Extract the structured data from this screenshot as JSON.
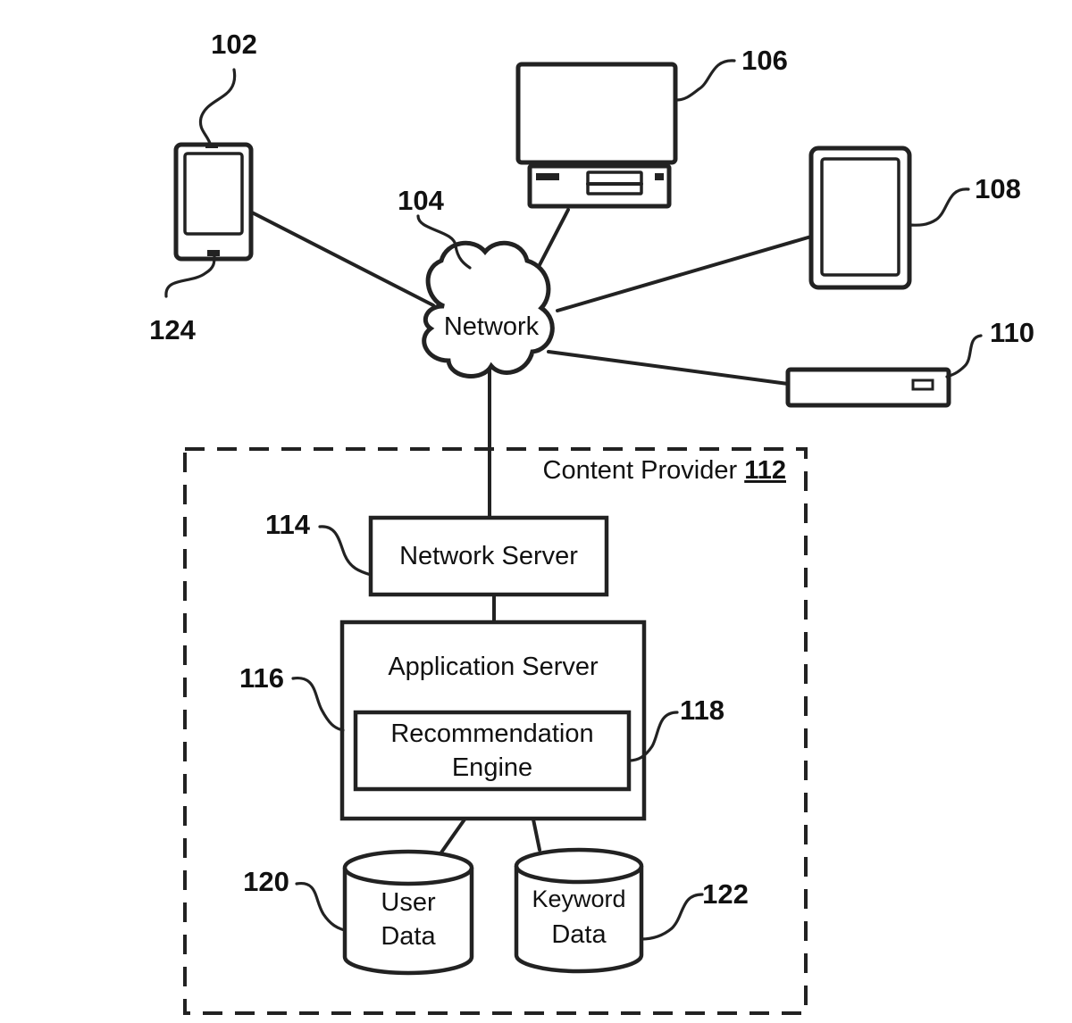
{
  "refs": {
    "smartphone": "102",
    "smartphone_button": "124",
    "network": "104",
    "desktop": "106",
    "tablet": "108",
    "set_top_box": "110",
    "content_provider": "112",
    "network_server": "114",
    "application_server": "116",
    "recommendation_engine": "118",
    "user_data": "120",
    "keyword_data": "122"
  },
  "labels": {
    "network": "Network",
    "content_provider": "Content Provider",
    "network_server": "Network Server",
    "application_server": "Application Server",
    "recommendation_engine_line1": "Recommendation",
    "recommendation_engine_line2": "Engine",
    "user_data_line1": "User",
    "user_data_line2": "Data",
    "keyword_data_line1": "Keyword",
    "keyword_data_line2": "Data"
  }
}
